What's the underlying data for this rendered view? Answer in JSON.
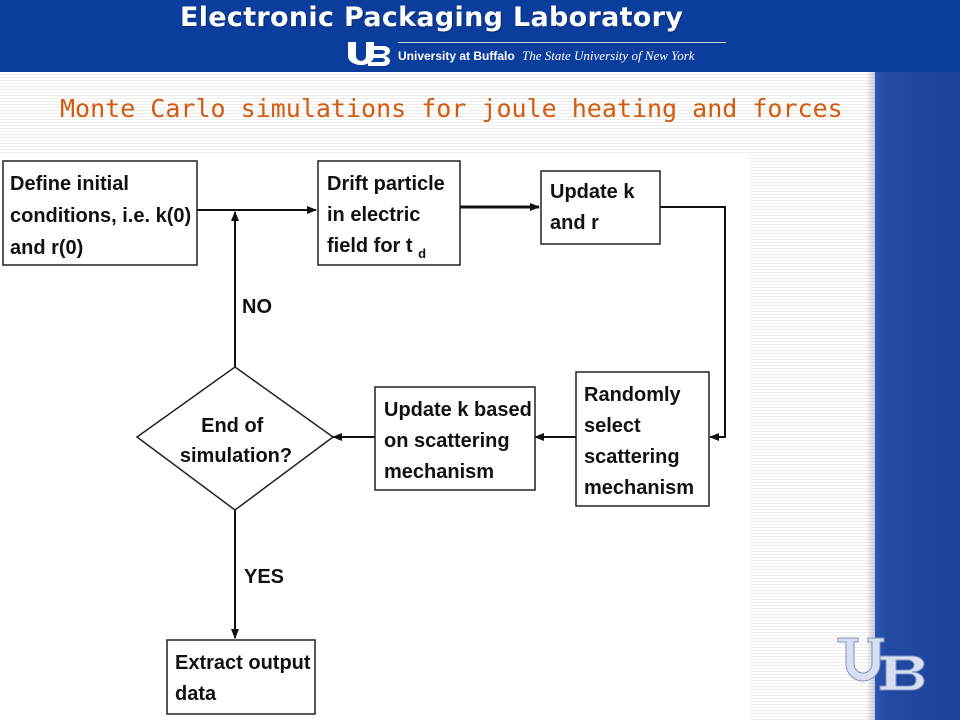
{
  "header": {
    "title": "Electronic Packaging Laboratory",
    "university": "University at Buffalo",
    "state_university": "The State University of New York"
  },
  "slide": {
    "title": "Monte Carlo simulations for joule heating and forces"
  },
  "flowchart": {
    "nodes": {
      "define_initial": {
        "lines": [
          "Define initial",
          "conditions, i.e. k(0)",
          "and r(0)"
        ]
      },
      "drift_particle": {
        "lines": [
          "Drift particle",
          "in electric",
          "field for t"
        ],
        "subscript": "d"
      },
      "update_k_r": {
        "lines": [
          "Update k",
          "and r"
        ]
      },
      "randomly_select": {
        "lines": [
          "Randomly",
          "select",
          "scattering",
          "mechanism"
        ]
      },
      "update_k_scattering": {
        "lines": [
          "Update k based",
          "on scattering",
          "mechanism"
        ]
      },
      "end_of_simulation": {
        "lines": [
          "End of",
          "simulation?"
        ]
      },
      "extract_output": {
        "lines": [
          "Extract output",
          "data"
        ]
      }
    },
    "labels": {
      "no": "NO",
      "yes": "YES"
    }
  },
  "colors": {
    "banner": "#0b3e9c",
    "title": "#d45a0e",
    "side_panel": "#1d4197"
  },
  "icons": {
    "banner_logo": "ub-logo-icon",
    "corner_logo": "ub-logo-icon"
  }
}
